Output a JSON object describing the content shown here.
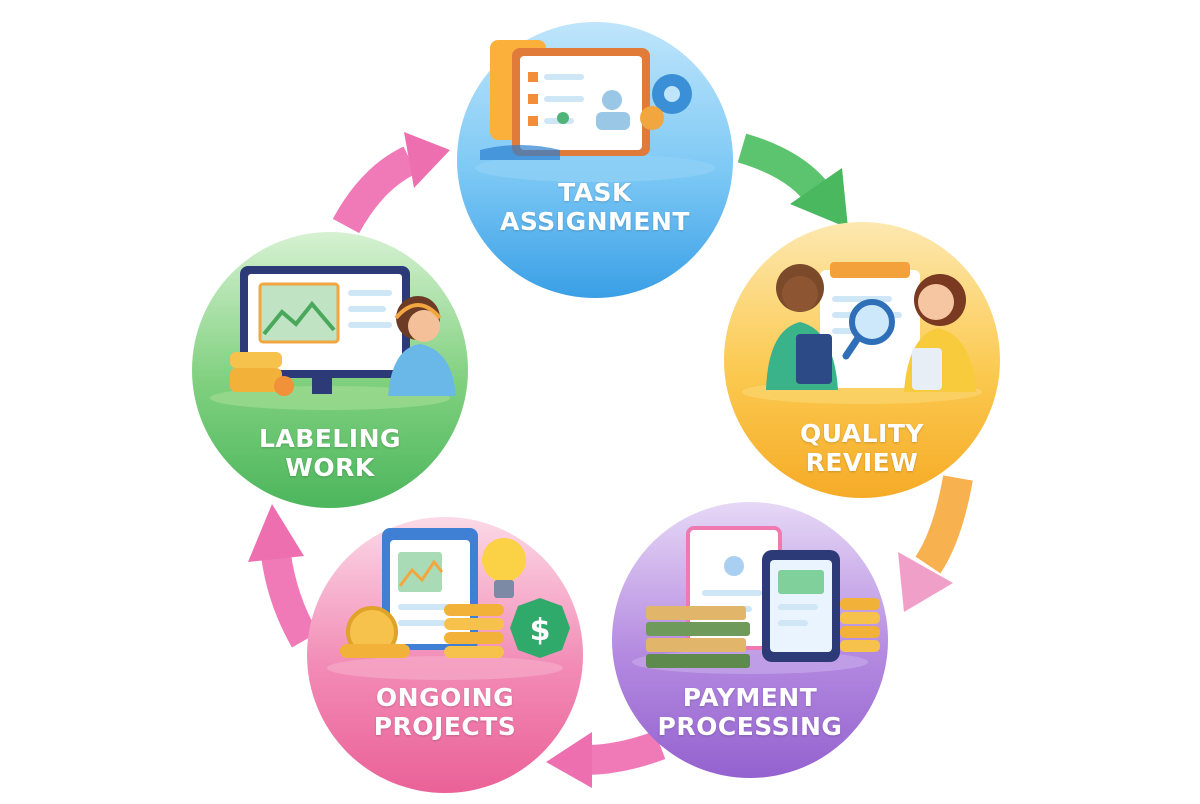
{
  "steps": [
    {
      "id": "task-assignment",
      "line1": "TASK",
      "line2": "ASSIGNMENT",
      "color": "#3fa6ea",
      "color_light": "#bfe5fb"
    },
    {
      "id": "quality-review",
      "line1": "QUALITY",
      "line2": "REVIEW",
      "color": "#f7b730",
      "color_light": "#fde8b0"
    },
    {
      "id": "payment-processing",
      "line1": "PAYMENT",
      "line2": "PROCESSING",
      "color": "#9b6ad3",
      "color_light": "#e6d8f6"
    },
    {
      "id": "ongoing-projects",
      "line1": "ONGOING",
      "line2": "PROJECTS",
      "color": "#ef6fa4",
      "color_light": "#fbd9e6"
    },
    {
      "id": "labeling-work",
      "line1": "LABELING",
      "line2": "WORK",
      "color": "#5cc26a",
      "color_light": "#d6f1d2"
    }
  ],
  "arrows": [
    {
      "id": "task-to-quality",
      "color": "#5cc46e"
    },
    {
      "id": "quality-to-payment",
      "color": "#f8a94d"
    },
    {
      "id": "payment-to-ongoing",
      "color": "#f06fb0"
    },
    {
      "id": "ongoing-to-labeling",
      "color": "#f06fb0"
    },
    {
      "id": "labeling-to-task",
      "color": "#f06fb0"
    }
  ]
}
